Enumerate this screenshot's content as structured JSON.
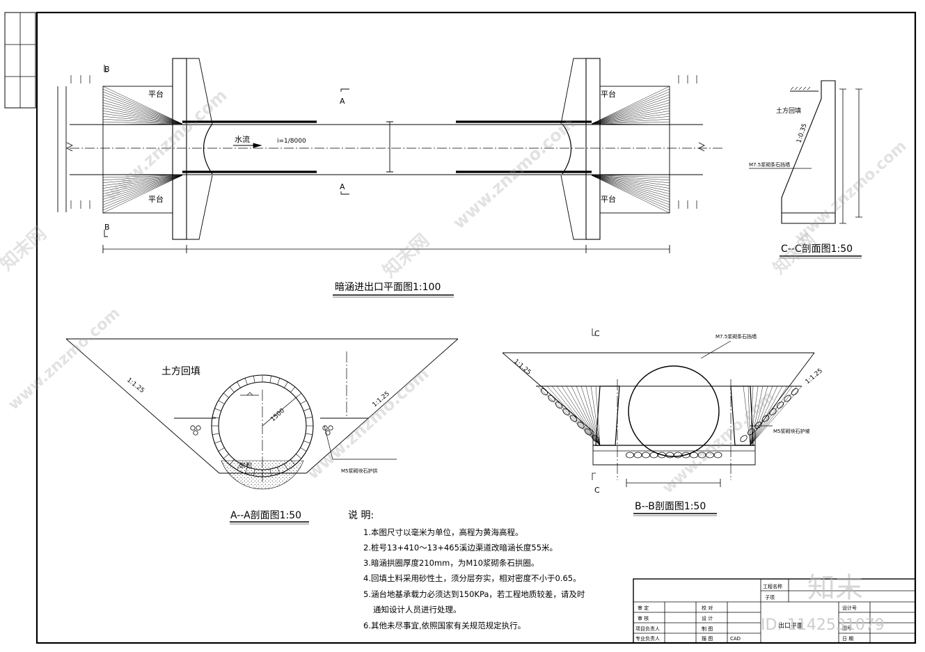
{
  "plan": {
    "title": "暗涵进出口平面图1:100",
    "platform_label": "平台",
    "flow_label": "水流",
    "slope_label": "i=1/8000",
    "section_a": "A",
    "section_b": "B"
  },
  "section_aa": {
    "title": "A--A剖面图1:50",
    "fill_label": "土方回填",
    "slope_left": "1:1.25",
    "slope_right": "1:1.25",
    "radius_label": "1500",
    "silt_label": "淤积",
    "arch_label": "M5浆砌块石护拱"
  },
  "section_bb": {
    "title": "B--B剖面图1:50",
    "section_c": "C",
    "wall_label": "M7.5浆砌条石挡墙",
    "slope_left": "1:1.25",
    "slope_right": "1:1.25",
    "protect_label": "M5浆砌块石护坡"
  },
  "section_cc": {
    "title": "C--C剖面图1:50",
    "fill_label": "土方回填",
    "ratio_label": "1:0.35",
    "wall_label": "M7.5浆砌条石挡墙"
  },
  "notes": {
    "heading": "说 明:",
    "items": [
      "1.本图尺寸以毫米为单位，高程为黄海高程。",
      "2.桩号13+410～13+465溪边渠道改暗涵长度55米。",
      "3.暗涵拱圈厚度210mm，为M10浆砌条石拱圈。",
      "4.回填土料采用砂性土，须分层夯实，相对密度不小于0.65。",
      "5.涵台地基承载力必须达到150KPa，若工程地质较差，请及时",
      "通知设计人员进行处理。",
      "6.其他未尽事宜,依照国家有关规范规定执行。"
    ]
  },
  "title_block": {
    "project_name": "工程名称",
    "sub_item": "子项",
    "design_no": "设计号",
    "drawing_name": "出口平面",
    "drawing_no": "图号",
    "date": "日 期",
    "approve": "审 定",
    "check": "校 对",
    "review": "审 核",
    "design": "设 计",
    "project_lead": "项目负责人",
    "draw": "制 图",
    "discipline_lead": "专业负责人",
    "trace": "描 图",
    "cad": "CAD"
  },
  "watermark": {
    "text": "www.znzmo.com",
    "brand": "知末网",
    "logo": "知末",
    "id": "ID: 1142531079"
  }
}
